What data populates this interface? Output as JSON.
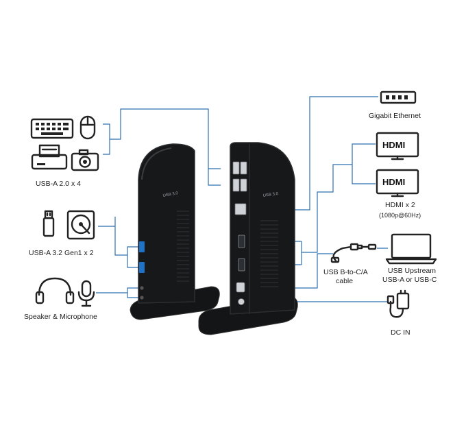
{
  "labels": {
    "usb_a_2": "USB-A 2.0 x 4",
    "usb_a_32": "USB-A 3.2 Gen1 x 2",
    "speaker_mic": "Speaker & Microphone",
    "gigabit_ethernet": "Gigabit Ethernet",
    "hdmi_screen_1": "HDMI",
    "hdmi_screen_2": "HDMI",
    "hdmi_x2": "HDMI x 2",
    "hdmi_res": "(1080p@60Hz)",
    "usb_cable_line1": "USB B-to-C/A",
    "usb_cable_line2": "cable",
    "usb_upstream_line1": "USB Upstream",
    "usb_upstream_line2": "USB-A or USB-C",
    "dc_in": "DC IN",
    "dock_badge_front": "USB 3.0",
    "dock_badge_back": "USB 3.0"
  },
  "colors": {
    "link": "#2f6fb0",
    "dock_body": "#17181a",
    "dock_edge": "#2c2e31",
    "port_blue": "#1e73c8",
    "icon": "#222222"
  },
  "icons": [
    "keyboard-icon",
    "mouse-icon",
    "printer-icon",
    "camera-icon",
    "usb-flash-drive-icon",
    "hard-drive-icon",
    "headphones-icon",
    "microphone-icon",
    "ethernet-port-icon",
    "monitor-icon",
    "laptop-icon",
    "usb-cable-icon",
    "power-adapter-icon"
  ]
}
